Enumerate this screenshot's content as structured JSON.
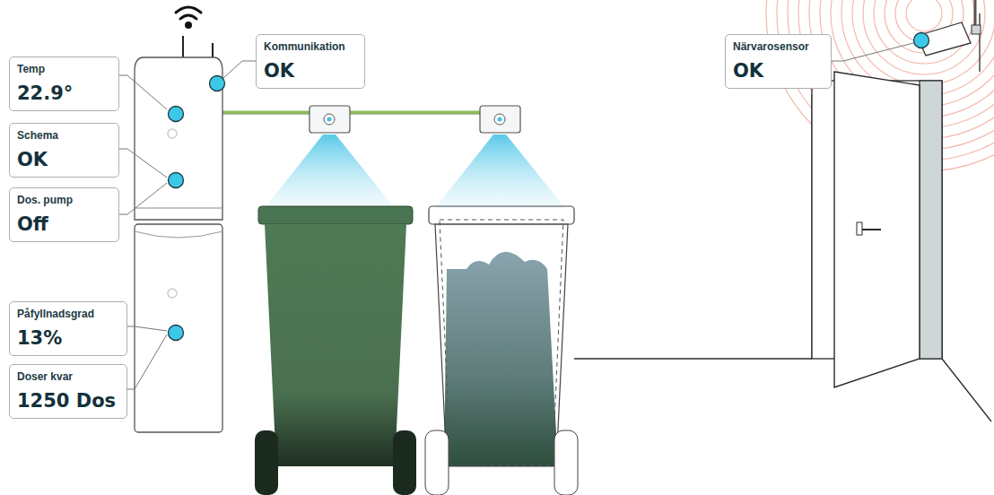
{
  "diagram": {
    "nodes": [
      {
        "text": [
          "Temp",
          "22.9°"
        ]
      },
      {
        "text": [
          "Schema",
          "OK"
        ]
      },
      {
        "text": [
          "Dos. pump",
          "Off"
        ]
      },
      {
        "text": [
          "Påfyllnadsgrad",
          "13%"
        ]
      },
      {
        "text": [
          "Doser kvar",
          "1250 Dos"
        ]
      },
      {
        "text": [
          "Kommunikation",
          "OK"
        ]
      },
      {
        "text": [
          "Närvarosensor",
          "OK"
        ]
      }
    ]
  }
}
